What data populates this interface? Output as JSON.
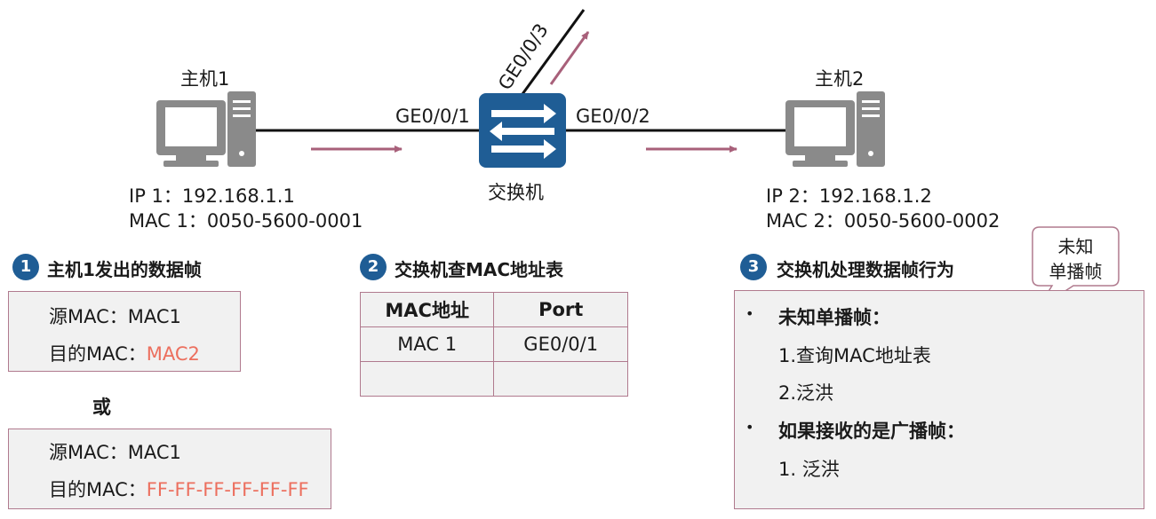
{
  "diagram": {
    "host1": {
      "name": "主机1",
      "ip": "IP 1：192.168.1.1",
      "mac": "MAC 1：0050-5600-0001"
    },
    "host2": {
      "name": "主机2",
      "ip": "IP 2：192.168.1.2",
      "mac": "MAC 2：0050-5600-0002"
    },
    "switch": {
      "name": "交换机"
    },
    "ports": {
      "p1": "GE0/0/1",
      "p2": "GE0/0/2",
      "p3": "GE0/0/3"
    }
  },
  "step1": {
    "number": "1",
    "title": "主机1发出的数据帧",
    "frame_a": {
      "src": "源MAC：MAC1",
      "dst_label": "目的MAC：",
      "dst_value": "MAC2"
    },
    "or": "或",
    "frame_b": {
      "src": "源MAC：MAC1",
      "dst_label": "目的MAC：",
      "dst_value": "FF-FF-FF-FF-FF-FF"
    }
  },
  "step2": {
    "number": "2",
    "title": "交换机查MAC地址表",
    "table": {
      "headers": [
        "MAC地址",
        "Port"
      ],
      "rows": [
        [
          "MAC 1",
          "GE0/0/1"
        ],
        [
          "",
          ""
        ]
      ]
    }
  },
  "step3": {
    "number": "3",
    "title": "交换机处理数据帧行为",
    "callout_line1": "未知",
    "callout_line2": "单播帧",
    "bullet1": "未知单播帧：",
    "bullet1_items": [
      "1.查询MAC地址表",
      "2.泛洪"
    ],
    "bullet2": "如果接收的是广播帧：",
    "bullet2_items": [
      "1. 泛洪"
    ]
  },
  "colors": {
    "accent": "#1f5d95",
    "arrow": "#a8607a",
    "highlight": "#ec6f5e",
    "box_border": "#b07a8e",
    "box_fill": "#f1f1f1"
  }
}
